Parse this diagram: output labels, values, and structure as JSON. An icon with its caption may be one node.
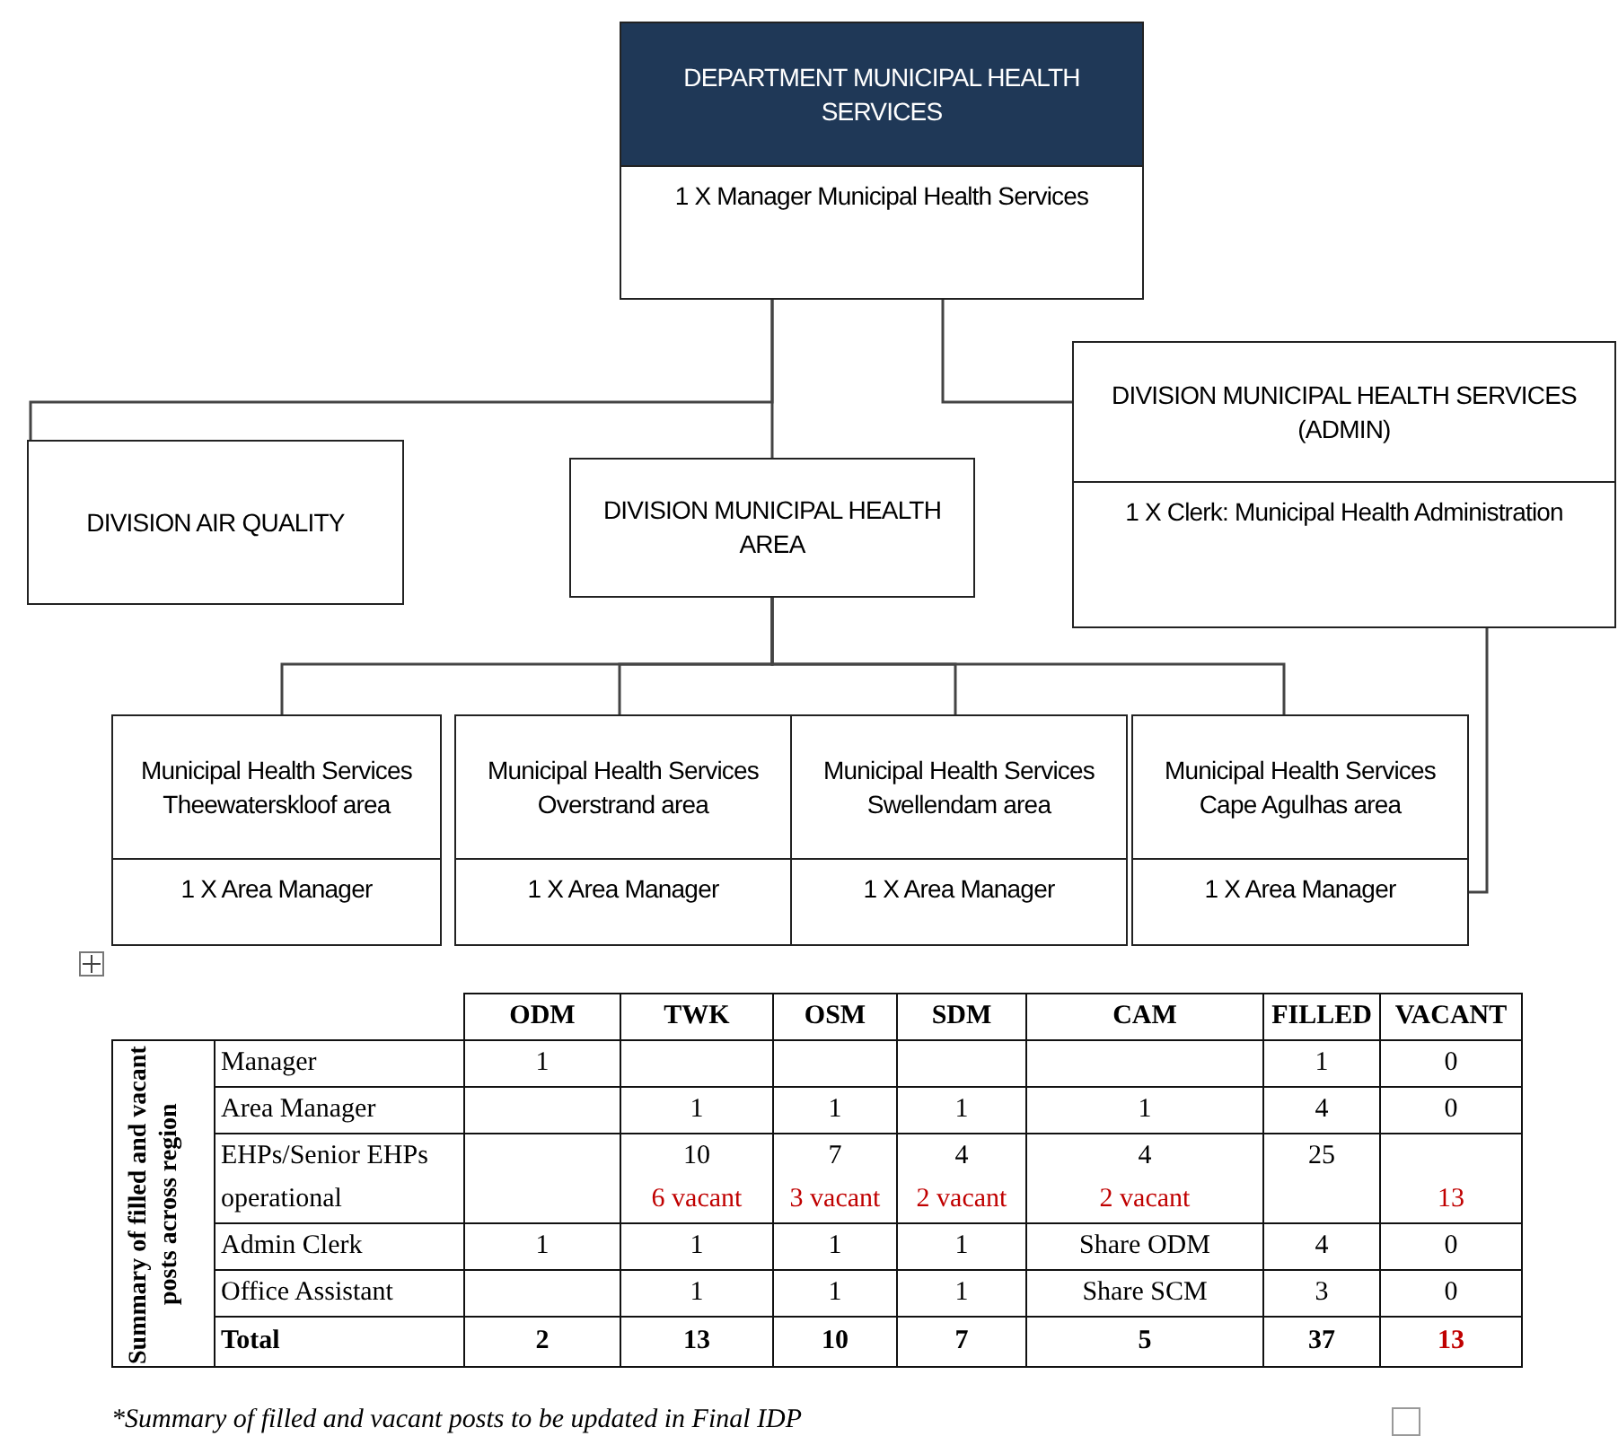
{
  "diagram": {
    "nodes": [
      {
        "text": [
          "DEPARTMENT MUNICIPAL HEALTH SERVICES",
          "1 X Manager Municipal Health Services"
        ]
      },
      {
        "text": [
          "DIVISION AIR QUALITY"
        ]
      },
      {
        "text": [
          "DIVISION MUNICIPAL HEALTH AREA"
        ]
      },
      {
        "text": [
          "DIVISION MUNICIPAL HEALTH SERVICES (ADMIN)",
          "1 X Clerk: Municipal Health Administration"
        ]
      },
      {
        "text": [
          "Municipal Health Services Theewaterskloof area",
          "1 X Area Manager"
        ]
      },
      {
        "text": [
          "Municipal Health Services Overstrand area",
          "1 X Area Manager"
        ]
      },
      {
        "text": [
          "Municipal Health Services Swellendam area",
          "1 X Area Manager"
        ]
      },
      {
        "text": [
          "Municipal Health Services Cape Agulhas area",
          "1 X Area Manager"
        ]
      }
    ],
    "edges": [
      {
        "from": 0,
        "to": 1,
        "arrow": "none"
      },
      {
        "from": 0,
        "to": 2,
        "arrow": "none"
      },
      {
        "from": 0,
        "to": 3,
        "arrow": "none"
      },
      {
        "from": 2,
        "to": 4,
        "arrow": "none"
      },
      {
        "from": 2,
        "to": 5,
        "arrow": "none"
      },
      {
        "from": 2,
        "to": 6,
        "arrow": "none"
      },
      {
        "from": 2,
        "to": 7,
        "arrow": "none"
      },
      {
        "from": 3,
        "to": 7,
        "arrow": "none"
      }
    ],
    "labels": [
      "ODM",
      "TWK",
      "OSM",
      "SDM",
      "CAM",
      "FILLED",
      "VACANT",
      "Summary of filled and vacant posts across region",
      "Manager",
      "1",
      "1",
      "0",
      "Area Manager",
      "1",
      "1",
      "1",
      "1",
      "4",
      "0",
      "EHPs/Senior EHPs operational",
      "10",
      "6 vacant",
      "7",
      "3 vacant",
      "4",
      "2 vacant",
      "4",
      "2 vacant",
      "25",
      "13",
      "Admin Clerk",
      "1",
      "1",
      "1",
      "1",
      "Share ODM",
      "4",
      "0",
      "Office Assistant",
      "1",
      "1",
      "1",
      "Share SCM",
      "3",
      "0",
      "Total",
      "2",
      "13",
      "10",
      "7",
      "5",
      "37",
      "13",
      "*Summary of filled and vacant posts to be updated in Final IDP"
    ]
  }
}
